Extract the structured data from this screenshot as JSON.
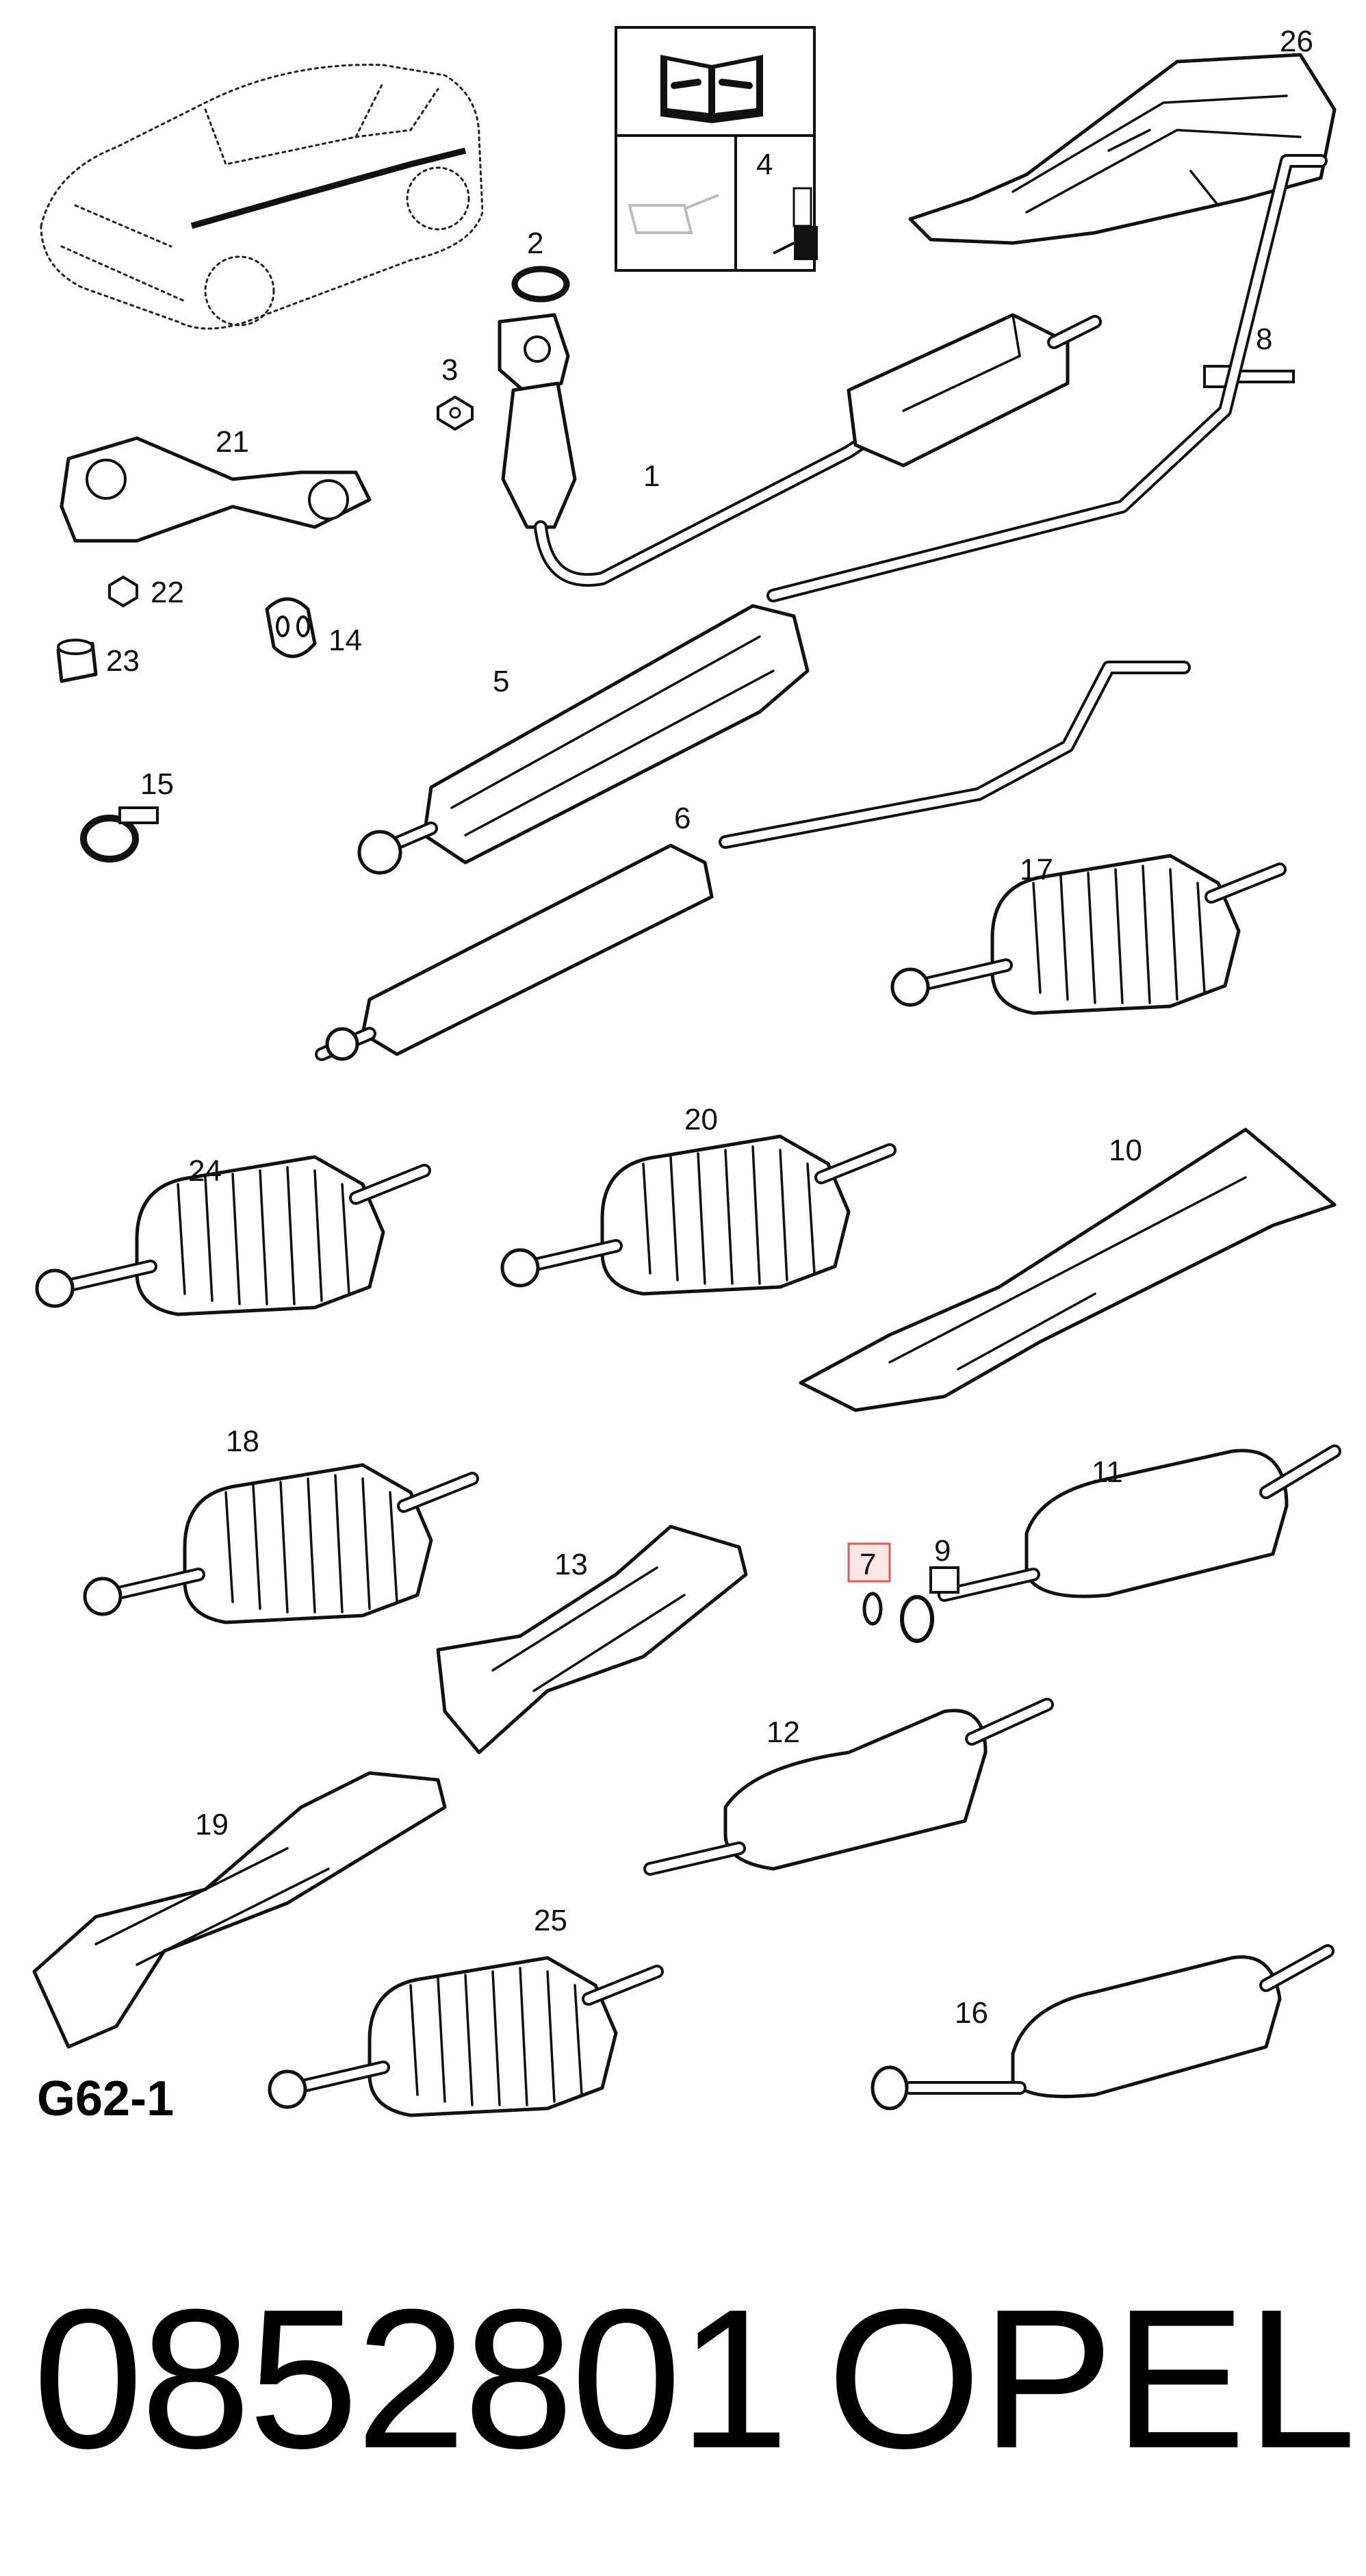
{
  "diagram": {
    "sheet_code": "G62-1",
    "part_number": "0852801",
    "brand": "OPEL",
    "highlight_color": "#e05a5a",
    "highlighted_callout": "7",
    "callouts": [
      "26",
      "2",
      "4",
      "8",
      "3",
      "21",
      "1",
      "22",
      "14",
      "23",
      "5",
      "15",
      "6",
      "17",
      "24",
      "20",
      "10",
      "18",
      "11",
      "9",
      "7",
      "13",
      "12",
      "19",
      "25",
      "16"
    ]
  }
}
